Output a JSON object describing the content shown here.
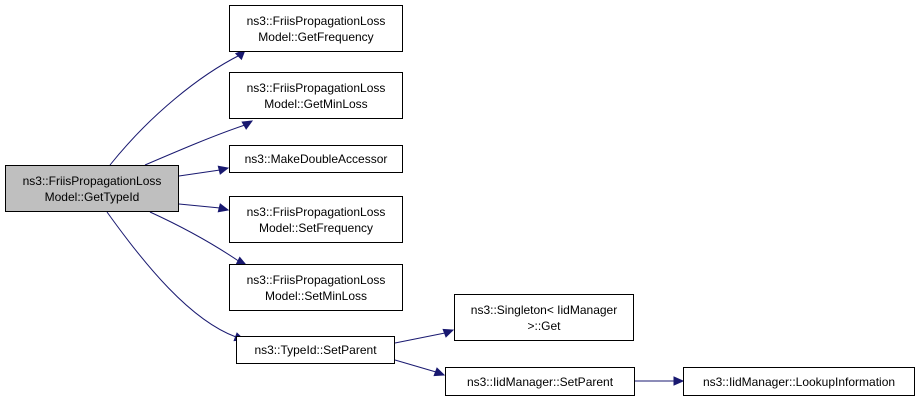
{
  "colors": {
    "edge": "#191970",
    "root_fill": "#bfbfbf",
    "node_fill": "#ffffff",
    "border": "#000000"
  },
  "nodes": {
    "root": {
      "line1": "ns3::FriisPropagationLoss",
      "line2": "Model::GetTypeId"
    },
    "get_frequency": {
      "line1": "ns3::FriisPropagationLoss",
      "line2": "Model::GetFrequency"
    },
    "get_min_loss": {
      "line1": "ns3::FriisPropagationLoss",
      "line2": "Model::GetMinLoss"
    },
    "make_double_accessor": {
      "line1": "ns3::MakeDoubleAccessor"
    },
    "set_frequency": {
      "line1": "ns3::FriisPropagationLoss",
      "line2": "Model::SetFrequency"
    },
    "set_min_loss": {
      "line1": "ns3::FriisPropagationLoss",
      "line2": "Model::SetMinLoss"
    },
    "typeid_set_parent": {
      "line1": "ns3::TypeId::SetParent"
    },
    "singleton_get": {
      "line1": "ns3::Singleton< IidManager",
      "line2": ">::Get"
    },
    "iidmanager_set_parent": {
      "line1": "ns3::IidManager::SetParent"
    },
    "lookup_information": {
      "line1": "ns3::IidManager::LookupInformation"
    }
  },
  "edges": [
    {
      "from": "root",
      "to": "get_frequency"
    },
    {
      "from": "root",
      "to": "get_min_loss"
    },
    {
      "from": "root",
      "to": "make_double_accessor"
    },
    {
      "from": "root",
      "to": "set_frequency"
    },
    {
      "from": "root",
      "to": "set_min_loss"
    },
    {
      "from": "root",
      "to": "typeid_set_parent"
    },
    {
      "from": "typeid_set_parent",
      "to": "singleton_get"
    },
    {
      "from": "typeid_set_parent",
      "to": "iidmanager_set_parent"
    },
    {
      "from": "iidmanager_set_parent",
      "to": "lookup_information"
    }
  ]
}
